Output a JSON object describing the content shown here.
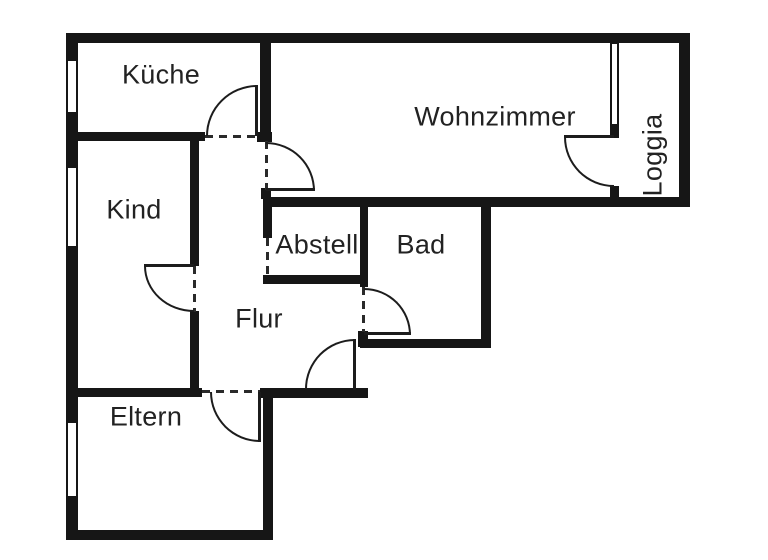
{
  "drawing": {
    "type": "apartment-floor-plan",
    "colors": {
      "wall": "#161616",
      "line": "#1c1c1c",
      "text": "#222222",
      "background": "#ffffff"
    }
  },
  "rooms": [
    {
      "id": "kueche",
      "label": "Küche"
    },
    {
      "id": "wohnzimmer",
      "label": "Wohnzimmer"
    },
    {
      "id": "loggia",
      "label": "Loggia"
    },
    {
      "id": "kind",
      "label": "Kind"
    },
    {
      "id": "abstell",
      "label": "Abstell"
    },
    {
      "id": "bad",
      "label": "Bad"
    },
    {
      "id": "flur",
      "label": "Flur"
    },
    {
      "id": "eltern",
      "label": "Eltern"
    }
  ]
}
